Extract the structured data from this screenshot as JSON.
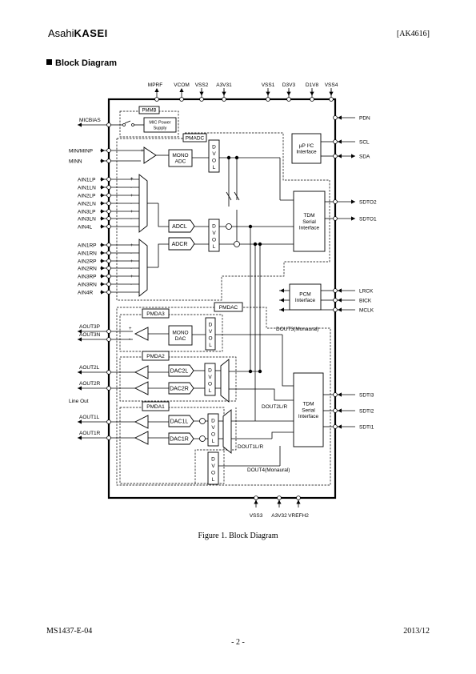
{
  "header": {
    "logo_light": "Asahi",
    "logo_bold": "KASEI",
    "part": "[AK4616]"
  },
  "section_title": "Block Diagram",
  "caption": "Figure 1. Block Diagram",
  "footer": {
    "doc": "MS1437-E-04",
    "page": "- 2 -",
    "date": "2013/12"
  },
  "pins": {
    "top": [
      "MPRF",
      "VCOM",
      "VSS2",
      "A3V31",
      "VSS1",
      "D3V3",
      "D1V8",
      "VSS4"
    ],
    "bottom": [
      "VSS3",
      "A3V32",
      "VREFH2"
    ],
    "right": [
      "PDN",
      "SCL",
      "SDA",
      "SDTO2",
      "SDTO1",
      "LRCK",
      "BICK",
      "MCLK",
      "SDTI3",
      "SDTI2",
      "SDTI1"
    ],
    "left_mic": [
      "MICBIAS",
      "MIN/MINP",
      "MINN"
    ],
    "left_ain": [
      "AIN1LP",
      "AIN1LN",
      "AIN2LP",
      "AIN2LN",
      "AIN3LP",
      "AIN3LN",
      "AIN4L",
      "AIN1RP",
      "AIN1RN",
      "AIN2RP",
      "AIN2RN",
      "AIN3RP",
      "AIN3RN",
      "AIN4R"
    ],
    "left_aout": [
      "AOUT3P",
      "AOUT3N",
      "AOUT2L",
      "AOUT2R",
      "AOUT1L",
      "AOUT1R"
    ]
  },
  "blocks": {
    "pmmb": "PMMB",
    "mic_power": [
      "MIC Power",
      "Supply"
    ],
    "pmadc": "PMADC",
    "mono_adc": [
      "MONO",
      "ADC"
    ],
    "adcl": "ADCL",
    "adcr": "ADCR",
    "i2c": [
      "μP I²C",
      "Interface"
    ],
    "tdm_out": [
      "TDM",
      "Serial",
      "Interface"
    ],
    "pcm": [
      "PCM",
      "Interface"
    ],
    "pmdac": "PMDAC",
    "pmda3": "PMDA3",
    "mono_dac": [
      "MONO",
      "DAC"
    ],
    "pmda2": "PMDA2",
    "dac2l": "DAC2L",
    "dac2r": "DAC2R",
    "pmda1": "PMDA1",
    "dac1l": "DAC1L",
    "dac1r": "DAC1R",
    "tdm_in": [
      "TDM",
      "Serial",
      "Interface"
    ],
    "dvol": [
      "D",
      "V",
      "O",
      "L"
    ]
  },
  "labels": {
    "line_out": "Line Out",
    "dout3": "DOUT3(Monaural)",
    "dout2": "DOUT2L/R",
    "dout1": "DOUT1L/R",
    "dout4": "DOUT4(Monaural)",
    "plus": "+",
    "minus": "-"
  }
}
